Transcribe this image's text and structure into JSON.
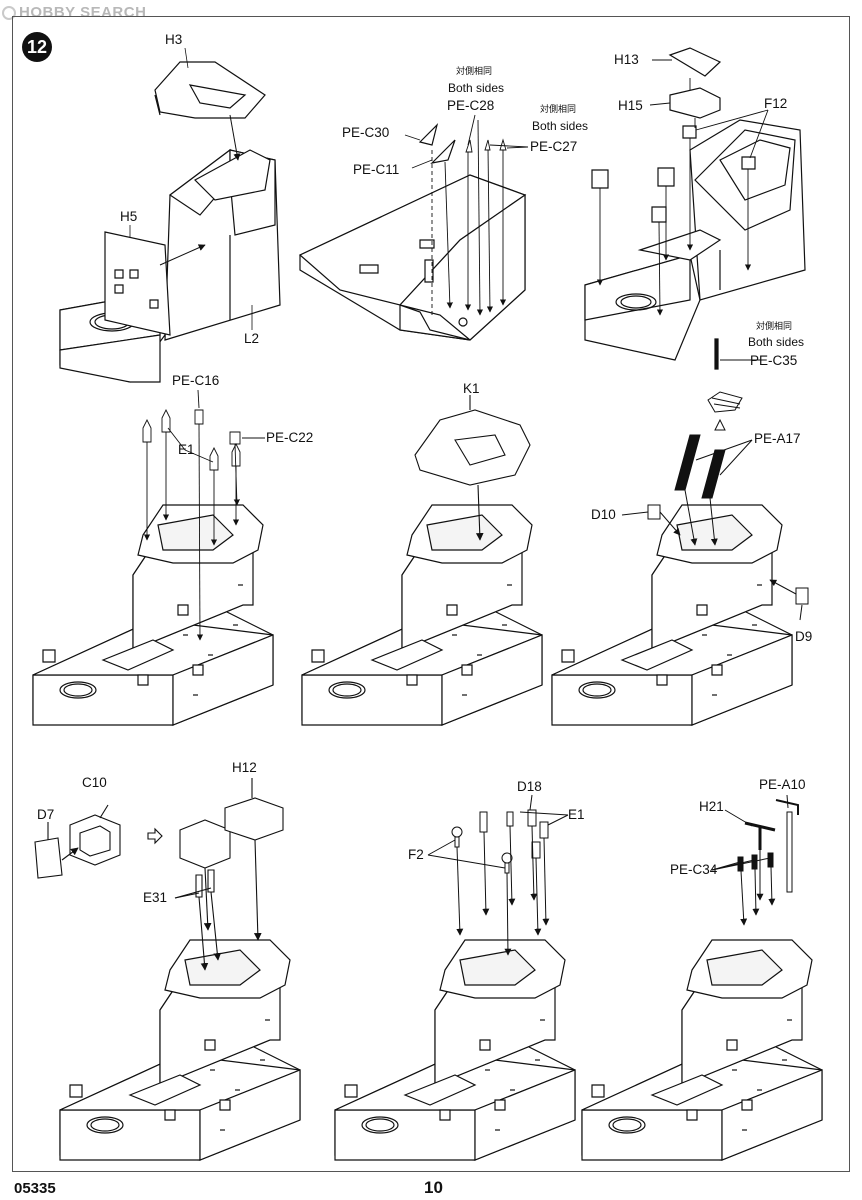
{
  "watermark": "HOBBY SEARCH",
  "step_number": "12",
  "footer": {
    "code": "05335",
    "page": "10"
  },
  "labels": {
    "H3": "H3",
    "H5": "H5",
    "L2": "L2",
    "PE_C30": "PE-C30",
    "PE_C11": "PE-C11",
    "PE_C28": "PE-C28",
    "PE_C27": "PE-C27",
    "cn1": "対側相同",
    "bs1": "Both sides",
    "cn2": "対側相同",
    "bs2": "Both sides",
    "H13": "H13",
    "H15": "H15",
    "F12": "F12",
    "cn3": "対側相同",
    "bs3": "Both sides",
    "PE_C35": "PE-C35",
    "PE_C16": "PE-C16",
    "E1a": "E1",
    "PE_C22": "PE-C22",
    "K1": "K1",
    "PE_A17": "PE-A17",
    "D10": "D10",
    "D9": "D9",
    "C10": "C10",
    "D7": "D7",
    "H12": "H12",
    "E31": "E31",
    "D18": "D18",
    "E1b": "E1",
    "F2": "F2",
    "PE_A10": "PE-A10",
    "H21": "H21",
    "PE_C34": "PE-C34"
  }
}
